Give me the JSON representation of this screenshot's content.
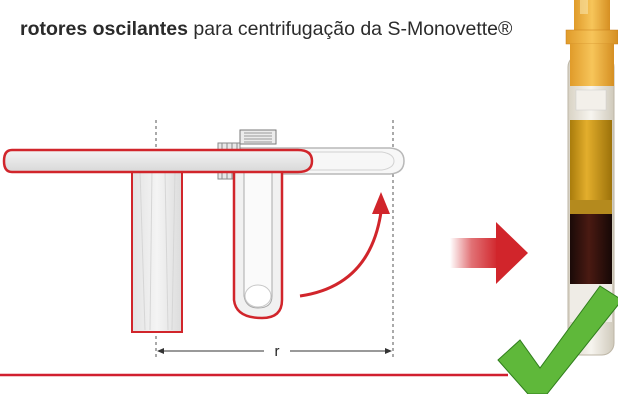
{
  "heading": {
    "bold_text": "rotores oscilantes",
    "text": " para centrifugação da S-Monovette®"
  },
  "radius_label": "r",
  "colors": {
    "accent_red": "#d1252b",
    "check_green": "#5fb83a",
    "divider_red": "#d11f2f"
  }
}
